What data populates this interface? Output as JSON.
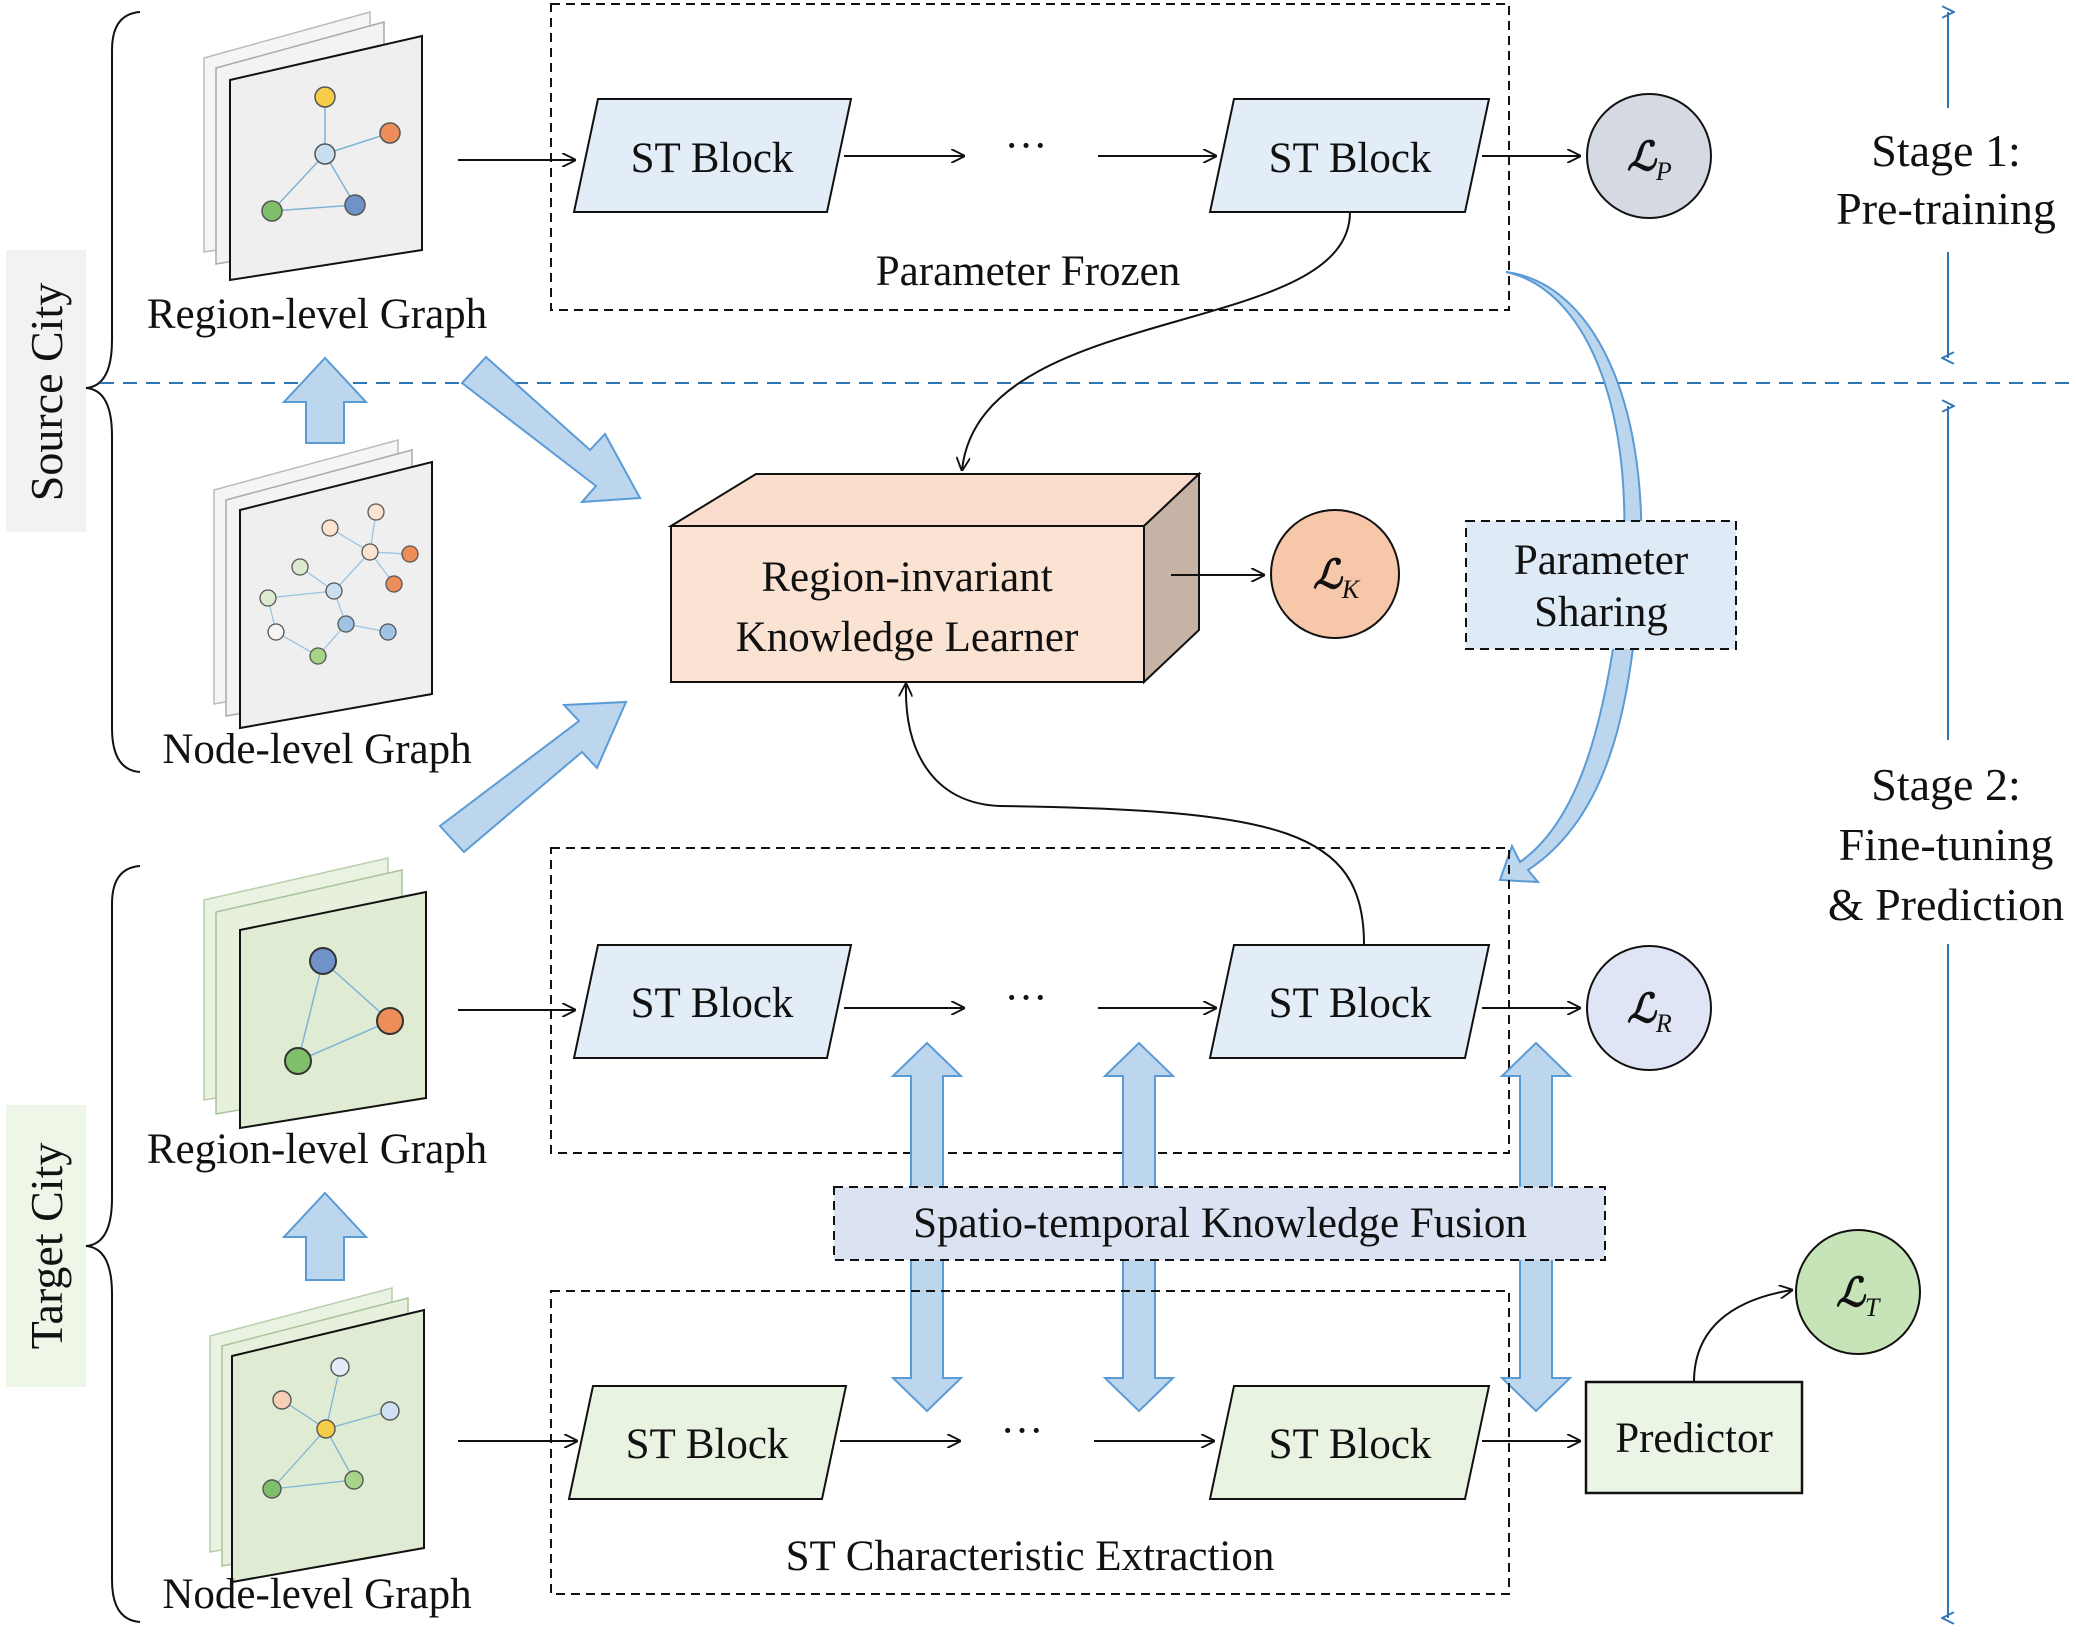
{
  "source_city": {
    "label": "Source City",
    "bg": "#f2f2f2"
  },
  "target_city": {
    "label": "Target City",
    "bg": "#eef6e8"
  },
  "graphs": {
    "source_region": "Region-level Graph",
    "source_node": "Node-level Graph",
    "target_region": "Region-level Graph",
    "target_node": "Node-level Graph"
  },
  "blocks": {
    "st_block": "ST Block",
    "ellipsis": "···"
  },
  "groups": {
    "frozen": "Parameter Frozen",
    "extraction": "ST Characteristic Extraction"
  },
  "learner": {
    "line1": "Region-invariant",
    "line2": "Knowledge Learner"
  },
  "sharing": {
    "line1": "Parameter",
    "line2": "Sharing"
  },
  "fusion": "Spatio-temporal Knowledge Fusion",
  "predictor": "Predictor",
  "losses": [
    {
      "id": "P",
      "glyph": "ℒ",
      "sub": "P",
      "color": "#d5d9e2"
    },
    {
      "id": "K",
      "glyph": "ℒ",
      "sub": "K",
      "color": "#f6c7a9"
    },
    {
      "id": "R",
      "glyph": "ℒ",
      "sub": "R",
      "color": "#dfe5f5"
    },
    {
      "id": "T",
      "glyph": "ℒ",
      "sub": "T",
      "color": "#c6e4b8"
    }
  ],
  "stage1": {
    "line1": "Stage 1:",
    "line2": "Pre-training"
  },
  "stage2": {
    "line1": "Stage 2:",
    "line2": "Fine-tuning",
    "line3": "& Prediction"
  },
  "colors": {
    "block_blue": "#e3edf7",
    "block_green": "#e9f3e1",
    "arrow_blue": "#bcd6ee",
    "arrow_blue_stroke": "#5b9bd5",
    "learner_front": "#fbe3d4",
    "learner_top": "#f9dccb",
    "learner_side": "#c7b2a6",
    "fusion_bg": "#dbe3f3",
    "sharing_bg": "#deeaf6",
    "predictor_bg": "#ebf5e5",
    "divider": "#2e75b6"
  }
}
